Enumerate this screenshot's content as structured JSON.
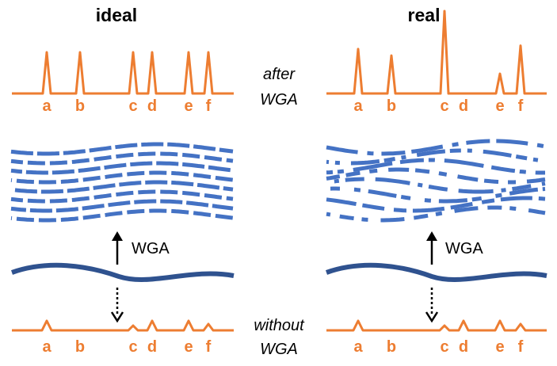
{
  "columns": {
    "ideal": {
      "title": "ideal"
    },
    "real": {
      "title": "real"
    }
  },
  "row_labels": {
    "after_line1": "after",
    "after_line2": "WGA",
    "without_line1": "without",
    "without_line2": "WGA"
  },
  "arrow_label": "WGA",
  "peak_labels": [
    "a",
    "b",
    "c",
    "d",
    "e",
    "f"
  ],
  "peaks": {
    "ideal_after": [
      1,
      1,
      1,
      1,
      1,
      1
    ],
    "real_after": [
      0.54,
      0.46,
      1,
      0,
      0.24,
      0.58
    ],
    "ideal_without": [
      0.3,
      0,
      0.15,
      0.3,
      0.3,
      0.2
    ],
    "real_without": [
      0.3,
      0,
      0.15,
      0.3,
      0.3,
      0.2
    ]
  },
  "colors": {
    "peaks": "#ED7D31",
    "amplified_dna": "#4472C4",
    "genome": "#2F528F",
    "text": "#000000"
  }
}
